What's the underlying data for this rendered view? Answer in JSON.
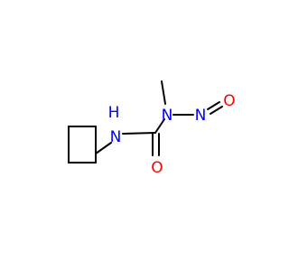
{
  "molecule": {
    "atoms": {
      "nh": {
        "symbol": "N",
        "hydrogen": "H",
        "color": "#0000ff"
      },
      "n_methyl": {
        "symbol": "N",
        "color": "#0000ff"
      },
      "n_nitroso": {
        "symbol": "N",
        "color": "#0000ff"
      },
      "o_nitroso": {
        "symbol": "O",
        "color": "#ff0000"
      },
      "o_carbonyl": {
        "symbol": "O",
        "color": "#ff0000"
      }
    },
    "bond_color": "#000000",
    "background": "#ffffff"
  }
}
